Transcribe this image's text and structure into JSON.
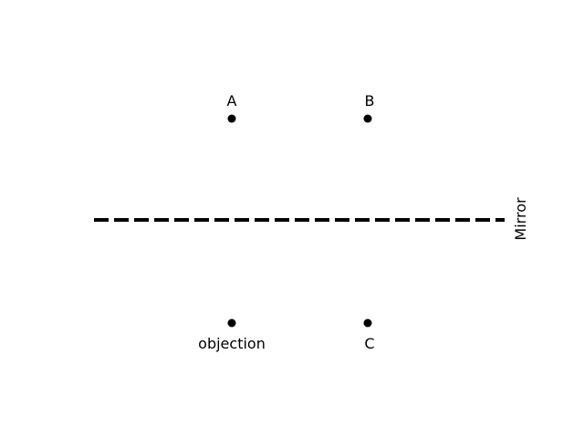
{
  "mirror": {
    "label": "Mirror",
    "style": "dashed",
    "color": "#000000"
  },
  "points": [
    {
      "id": "A",
      "label": "A",
      "label_position": "above"
    },
    {
      "id": "B",
      "label": "B",
      "label_position": "above"
    },
    {
      "id": "objection",
      "label": "objection",
      "label_position": "below"
    },
    {
      "id": "C",
      "label": "C",
      "label_position": "below"
    }
  ],
  "colors": {
    "point": "#000000",
    "background": "#ffffff"
  }
}
